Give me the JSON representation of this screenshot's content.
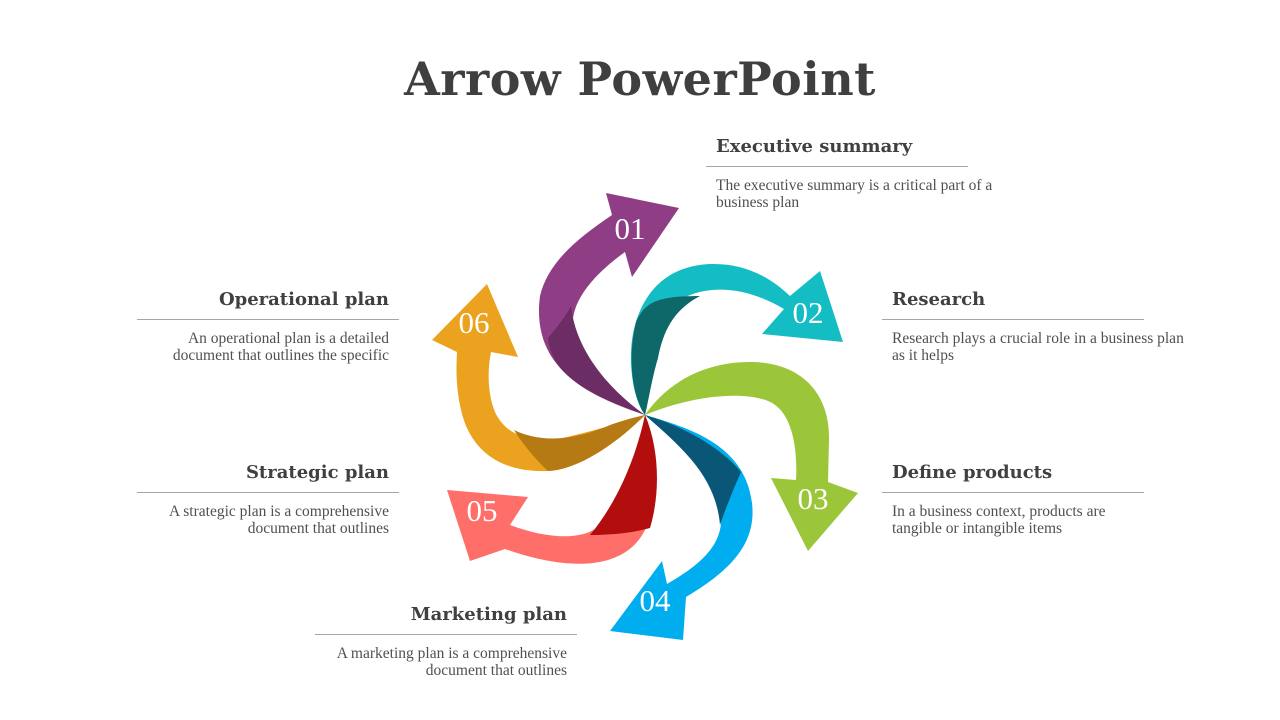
{
  "slide": {
    "title": "Arrow PowerPoint"
  },
  "steps": [
    {
      "number": "01",
      "title": "Executive summary",
      "description": "The executive summary is a critical part of a business plan",
      "color": "#8F3D85",
      "shade": "#6B2D64"
    },
    {
      "number": "02",
      "title": "Research",
      "description": "Research plays a crucial role in a business plan as it helps",
      "color": "#14BCC4",
      "shade": "#0E6768"
    },
    {
      "number": "03",
      "title": "Define products",
      "description": "In a business context, products are tangible or intangible items",
      "color": "#9CC63A",
      "shade": "#7FA42E"
    },
    {
      "number": "04",
      "title": "Marketing plan",
      "description": "A marketing plan is a comprehensive document that outlines",
      "color": "#00AEEF",
      "shade": "#0A5677"
    },
    {
      "number": "05",
      "title": "Strategic plan",
      "description": "A strategic plan is a comprehensive document that outlines",
      "color": "#FF6F69",
      "shade": "#B30E0E"
    },
    {
      "number": "06",
      "title": "Operational plan",
      "description": "An operational plan is a detailed document that outlines the specific",
      "color": "#EBA31F",
      "shade": "#B57A13"
    }
  ]
}
